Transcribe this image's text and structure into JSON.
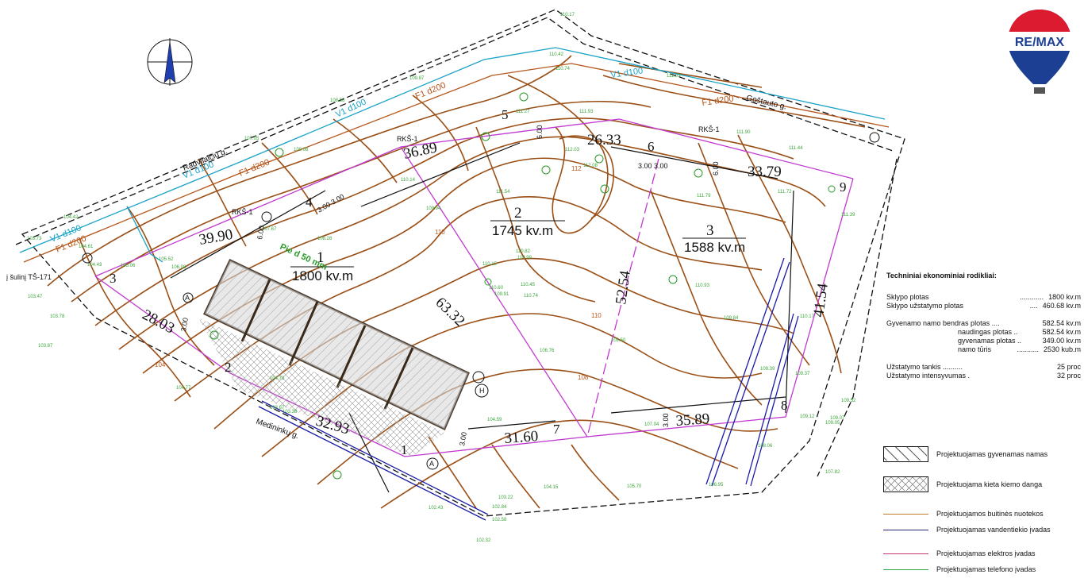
{
  "plots": [
    {
      "number": "1",
      "area": "1800 kv.m"
    },
    {
      "number": "2",
      "area": "1745 kv.m"
    },
    {
      "number": "3",
      "area": "1588 kv.m"
    }
  ],
  "dimensions": [
    "39.90",
    "36.89",
    "26.33",
    "33.79",
    "28.03",
    "63.32",
    "52.54",
    "41.54",
    "32.93",
    "31.60",
    "35.89",
    "3.00",
    "6.00",
    "3.00 3.00"
  ],
  "corner_numbers": [
    "1",
    "2",
    "3",
    "4",
    "5",
    "6",
    "7",
    "8",
    "9"
  ],
  "pipe_labels": {
    "v1_d100": "V1 d100",
    "f1_d200": "F1 d200",
    "pie_d50": "Pie d 50 mm"
  },
  "streets": {
    "radvilu": "Radvilaičių g.",
    "goštauto": "Goštauto g.",
    "medininku": "Medininkų g."
  },
  "markers": {
    "rks1": "RKŠ-1",
    "sulini": "į šulinį TŠ-171",
    "a": "A",
    "h": "H"
  },
  "elevations": [
    "110.17",
    "109.87",
    "110.42",
    "110.74",
    "111.27",
    "111.93",
    "111.53",
    "111.90",
    "111.44",
    "112.03",
    "112.08",
    "111.54",
    "111.79",
    "111.72",
    "111.39",
    "110.14",
    "109.94",
    "110.15",
    "110.82",
    "110.99",
    "110.45",
    "110.74",
    "110.60",
    "109.91",
    "110.93",
    "109.84",
    "110.17",
    "109.50",
    "109.39",
    "109.37",
    "109.52",
    "109.07",
    "109.12",
    "109.05",
    "108.06",
    "107.82",
    "106.76",
    "107.04",
    "106.95",
    "105.70",
    "104.15",
    "104.59",
    "104.42",
    "103.73",
    "104.61",
    "104.43",
    "103.47",
    "103.78",
    "103.87",
    "104.73",
    "104.77",
    "103.67",
    "103.38",
    "102.43",
    "102.84",
    "102.58",
    "102.32",
    "103.22",
    "105.52",
    "105.06",
    "106.08",
    "107.67",
    "108.28",
    "109.08",
    "108.58",
    "107.05"
  ],
  "tech": {
    "title": "Techniniai ekonominiai rodikliai:",
    "rows": [
      {
        "label": "Sklypo plotas",
        "dots": "............",
        "value": "1800 kv.m"
      },
      {
        "label": "Sklypo užstatymo plotas",
        "dots": "....",
        "value": "460.68 kv.m"
      },
      {
        "gap": true
      },
      {
        "label": "Gyvenamo namo bendras plotas ....",
        "dots": "",
        "value": "582.54 kv.m"
      },
      {
        "label": "naudingas plotas ..",
        "dots": "",
        "value": "582.54 kv.m",
        "indent": true
      },
      {
        "label": "gyvenamas plotas ..",
        "dots": "",
        "value": "349.00 kv.m",
        "indent": true
      },
      {
        "label": "namo tūris",
        "dots": "...........",
        "value": "2530 kub.m",
        "indent": true
      },
      {
        "gap": true
      },
      {
        "label": "Užstatymo tankis ..........",
        "dots": "",
        "value": "25 proc"
      },
      {
        "label": "Užstatymo intensyvumas .",
        "dots": "",
        "value": "32 proc"
      }
    ]
  },
  "legend": [
    {
      "label": "Projektuojamas gyvenamas namas",
      "kind": "hatch"
    },
    {
      "label": "Projektuojama kieta kiemo danga",
      "kind": "crosshatch"
    },
    {
      "label": "Projektuojamos buitinės nuotekos",
      "kind": "line",
      "color": "#c07a2a"
    },
    {
      "label": "Projektuojamas vandentiekio įvadas",
      "kind": "line",
      "color": "#23237a"
    },
    {
      "label": "Projektuojamas elektros įvadas",
      "kind": "line",
      "color": "#c4337a"
    },
    {
      "label": "Projektuojamas telefono įvadas",
      "kind": "line",
      "color": "#2aa84a"
    }
  ],
  "logo": {
    "text": "RE/MAX"
  },
  "colors": {
    "contour": "#9a4f16",
    "boundary": "#111111",
    "plot_line": "#c03ad0",
    "water": "#1a1aa8",
    "pipe_blue": "#1aa3c8",
    "pipe_orange": "#b5561a",
    "elevation": "#3aa53a"
  }
}
